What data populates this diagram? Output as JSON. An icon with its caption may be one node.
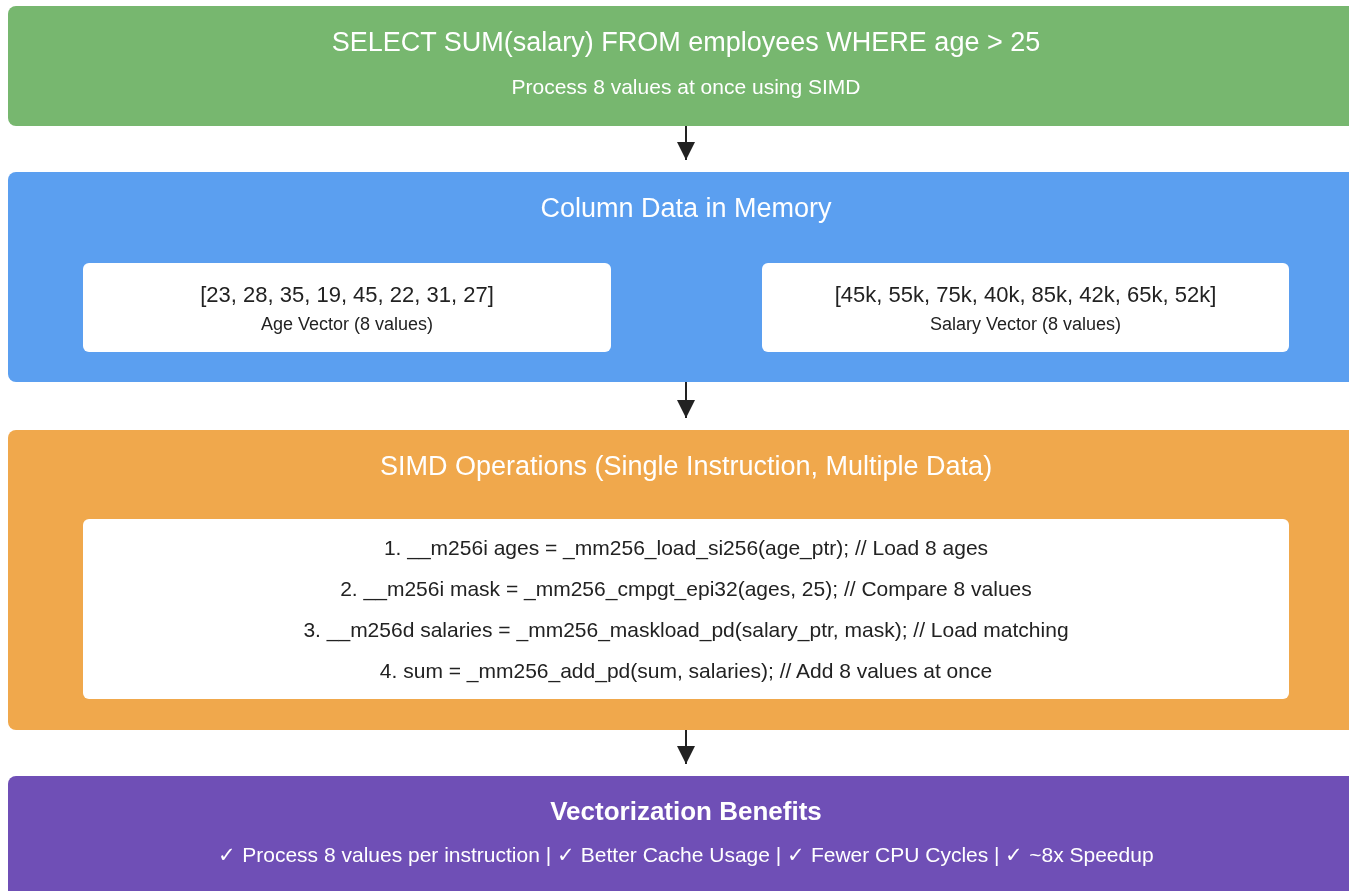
{
  "diagram": {
    "nodes": [
      {
        "text": [
          "SELECT SUM(salary) FROM employees WHERE age > 25",
          "Process 8 values at once using SIMD"
        ]
      },
      {
        "text": [
          "Column Data in Memory"
        ]
      },
      {
        "text": [
          "[23, 28, 35, 19, 45, 22, 31, 27]",
          "Age Vector (8 values)"
        ],
        "in": 1
      },
      {
        "text": [
          "[45k, 55k, 75k, 40k, 85k, 42k, 65k, 52k]",
          "Salary Vector (8 values)"
        ],
        "in": 1
      },
      {
        "text": [
          "SIMD Operations (Single Instruction, Multiple Data)"
        ]
      },
      {
        "text": [
          "1. __m256i ages = _mm256_load_si256(age_ptr); // Load 8 ages",
          "2. __m256i mask = _mm256_cmpgt_epi32(ages, 25); // Compare 8 values",
          "3. __m256d salaries = _mm256_maskload_pd(salary_ptr, mask); // Load matching",
          "4. sum = _mm256_add_pd(sum, salaries); // Add 8 values at once"
        ],
        "in": 4
      },
      {
        "text": [
          "Vectorization Benefits",
          "✓ Process 8 values per instruction | ✓ Better Cache Usage | ✓ Fewer CPU Cycles | ✓ ~8x Speedup"
        ]
      }
    ],
    "edges": [
      {
        "from": 0,
        "to": 1,
        "arrow": "to"
      },
      {
        "from": 1,
        "to": 4,
        "arrow": "to"
      },
      {
        "from": 4,
        "to": 6,
        "arrow": "to"
      }
    ]
  }
}
